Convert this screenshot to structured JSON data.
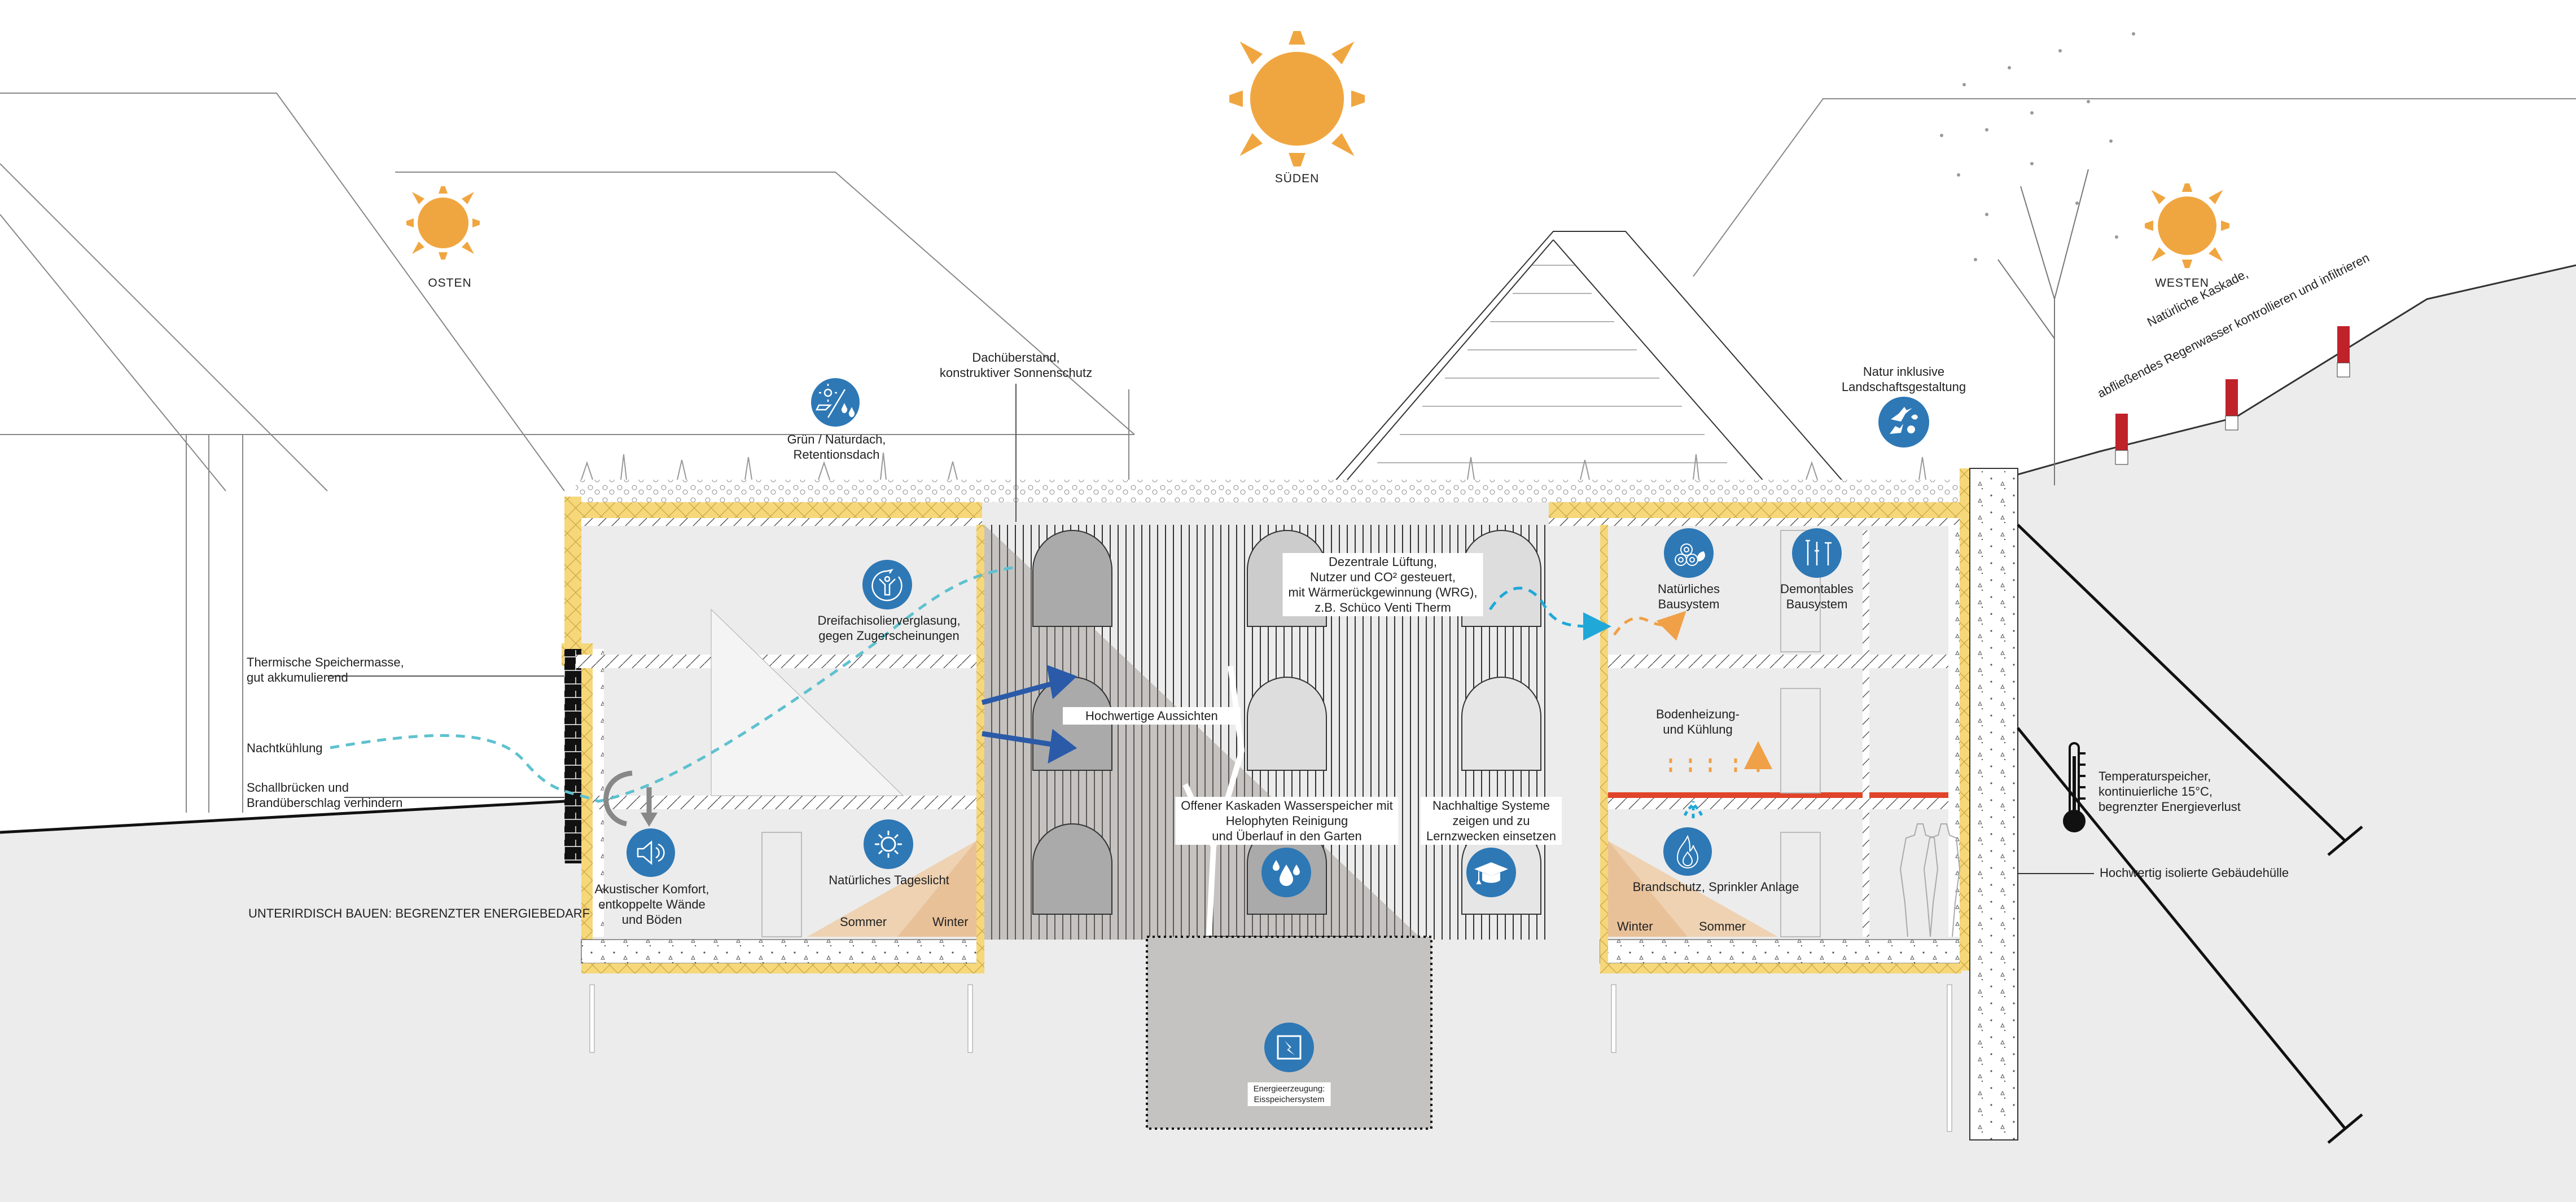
{
  "title": "Nachhaltigkeitskonzept – Gebäudeschnitt",
  "colors": {
    "icon_blue": "#2e78b5",
    "sun_orange": "#f0a640",
    "insulation_yellow": "#f6d77a",
    "ground_gray": "#ececec",
    "atrium_gray": "#b8b4b0",
    "vent_dash": "#1fa8d8",
    "heat_orange": "#f0a046",
    "floor_heating_red": "#e0442a",
    "cascade_red": "#c0222a",
    "view_arrow": "#2a5aa8"
  },
  "suns": [
    {
      "id": "east",
      "label": "OSTEN",
      "icon": "sun-icon"
    },
    {
      "id": "south",
      "label": "SÜDEN",
      "icon": "sun-icon"
    },
    {
      "id": "west",
      "label": "WESTEN",
      "icon": "sun-icon"
    }
  ],
  "features": {
    "green_roof": {
      "icon": "green-roof-icon",
      "lines": [
        "Grün / Naturdach,",
        "Retentionsdach"
      ]
    },
    "roof_overhang": {
      "lines": [
        "Dachüberstand,",
        "konstruktiver Sonnenschutz"
      ]
    },
    "nature_landscape": {
      "icon": "wildlife-icon",
      "lines": [
        "Natur inklusive",
        "Landschaftsgestaltung"
      ]
    },
    "natural_cascade": {
      "lines": [
        "Natürliche Kaskade,",
        "abfließendes Regenwasser kontrollieren und infiltrieren"
      ]
    },
    "triple_glazing": {
      "icon": "comfort-person-icon",
      "lines": [
        "Dreifachisolierverglasung,",
        "gegen Zugerscheinungen"
      ]
    },
    "ventilation": {
      "lines": [
        "Dezentrale Lüftung,",
        "Nutzer und CO² gesteuert,",
        "mit Wärmerückgewinnung (WRG),",
        "z.B. Schüco Venti Therm"
      ]
    },
    "natural_building": {
      "icon": "timber-logs-icon",
      "lines": [
        "Natürliches",
        "Bausystem"
      ]
    },
    "demountable": {
      "icon": "tools-icon",
      "lines": [
        "Demontables",
        "Bausystem"
      ]
    },
    "thermal_mass": {
      "lines": [
        "Thermische Speichermasse,",
        "gut akkumulierend"
      ]
    },
    "night_cooling": {
      "lines": [
        "Nachtkühlung"
      ]
    },
    "sound_fire": {
      "lines": [
        "Schallbrücken und",
        "Brandüberschlag verhindern"
      ]
    },
    "views": {
      "lines": [
        "Hochwertige Aussichten"
      ]
    },
    "floor_heating": {
      "lines": [
        "Bodenheizung-",
        "und Kühlung"
      ]
    },
    "acoustic": {
      "icon": "speaker-icon",
      "lines": [
        "Akustischer Komfort,",
        "entkoppelte Wände",
        "und Böden"
      ]
    },
    "daylight": {
      "icon": "sun-outline-icon",
      "lines": [
        "Natürliches Tageslicht"
      ],
      "sommer": "Sommer",
      "winter": "Winter"
    },
    "water_storage": {
      "icon": "water-drops-icon",
      "lines": [
        "Offener Kaskaden Wasserspeicher mit",
        "Helophyten Reinigung",
        "und Überlauf in den Garten"
      ]
    },
    "education": {
      "icon": "graduation-cap-icon",
      "lines": [
        "Nachhaltige Systeme",
        "zeigen und zu",
        "Lernzwecken einsetzen"
      ]
    },
    "fire_protection": {
      "icon": "flame-icon",
      "lines": [
        "Brandschutz, Sprinkler Anlage"
      ],
      "winter": "Winter",
      "sommer": "Sommer"
    },
    "temperature_storage": {
      "icon": "thermometer-icon",
      "lines": [
        "Temperaturspeicher,",
        "kontinuierliche 15°C,",
        "begrenzter Energieverlust"
      ]
    },
    "insulated_envelope": {
      "lines": [
        "Hochwertig isolierte Gebäudehülle"
      ]
    },
    "underground": {
      "lines": [
        "UNTERIRDISCH BAUEN: BEGRENZTER ENERGIEBEDARF"
      ]
    },
    "energy": {
      "icon": "lightning-box-icon",
      "lines": [
        "Energieerzeugung:",
        "Eisspeichersystem"
      ]
    }
  }
}
